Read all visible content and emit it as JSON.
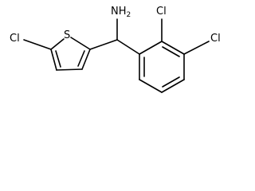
{
  "molecule": {
    "labels": {
      "amine": "NH",
      "amine_subscript": "2",
      "sulfur": "S",
      "chlorine_thiophene": "Cl",
      "chlorine_ortho": "Cl",
      "chlorine_meta": "Cl"
    },
    "colors": {
      "bond": "#000000",
      "text": "#000000",
      "background": "#ffffff"
    }
  }
}
